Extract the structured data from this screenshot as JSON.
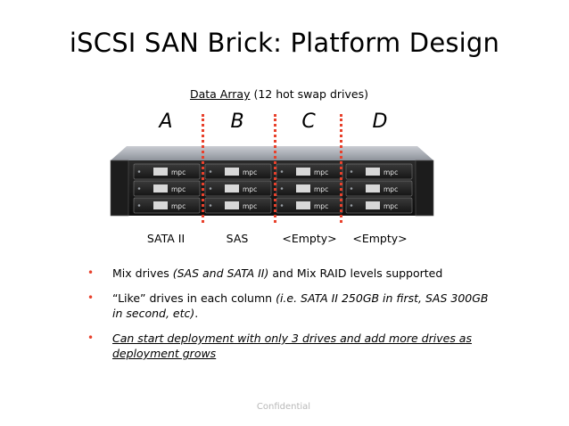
{
  "slide": {
    "title": "iSCSI SAN Brick: Platform Design",
    "array_caption_link": "Data Array",
    "array_caption_rest": " (12 hot swap drives)",
    "columns": [
      "A",
      "B",
      "C",
      "D"
    ],
    "drive_types": [
      "SATA II",
      "SAS",
      "<Empty>",
      "<Empty>"
    ],
    "drive_bay_logo": "mpc",
    "divider_color": "#e8412c",
    "bullets": [
      {
        "plain": "Mix drives ",
        "italic": "(SAS and SATA II)",
        "tail": " and Mix RAID levels supported"
      },
      {
        "plain": "“Like” drives in each column ",
        "italic": "(i.e. SATA II 250GB in first, SAS 300GB in second, etc)",
        "tail": "."
      },
      {
        "underline_italic": "Can start deployment with only 3 drives and add more drives as deployment grows"
      }
    ],
    "footer": "Confidential"
  }
}
